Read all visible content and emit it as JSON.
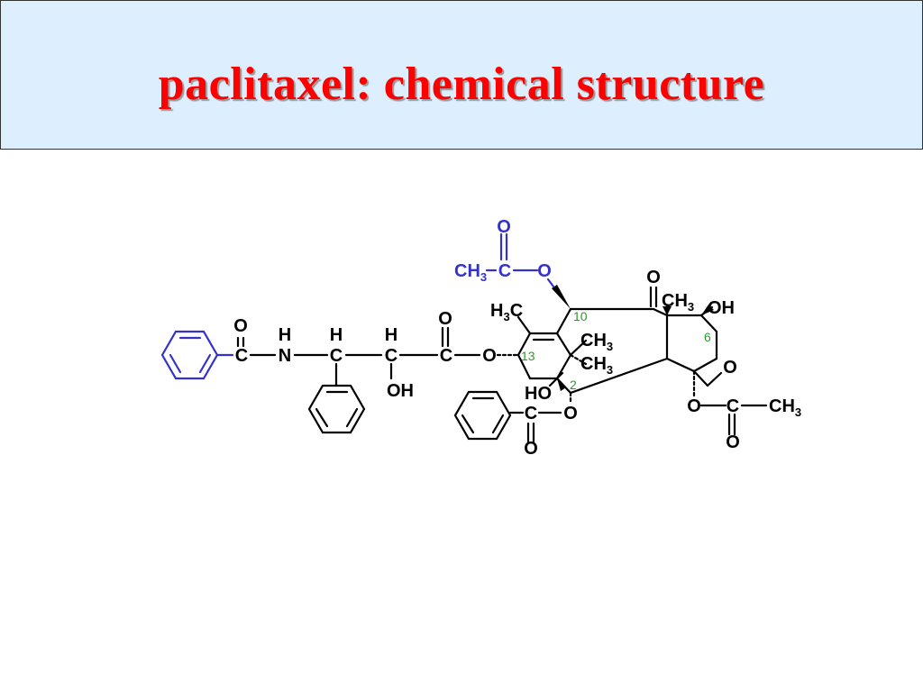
{
  "title": "paclitaxel: chemical structure",
  "colors": {
    "title": "#ff0000",
    "title_bg": "#ddeeff",
    "accent_blue": "#3333cc",
    "position_numbers": "#2a9a2a"
  },
  "structure": {
    "atoms": {
      "o_amide": "O",
      "c_amide": "C",
      "n": "N",
      "h_n": "H",
      "c_3p": "C",
      "h_3p": "H",
      "c_2p": "C",
      "h_2p": "H",
      "oh_2p": "OH",
      "o_ester_dbl": "O",
      "c_ester": "C",
      "o_ester": "O",
      "h3c_prefix": "H",
      "h3c_sub": "3",
      "h3c_c": "C",
      "ch3_a": "CH",
      "ch3_a_sub": "3",
      "ch3_b": "CH",
      "ch3_b_sub": "3",
      "ch3_top": "CH",
      "ch3_top_sub": "3",
      "oh_top": "OH",
      "ho_2": "HO",
      "o_ketone": "O",
      "o_oxetane": "O",
      "o_benzoate_link": "O",
      "c_benzoate": "C",
      "o_benzoate_dbl": "O",
      "o_acetate_link": "O",
      "c_acetate": "C",
      "o_acetate_dbl": "O",
      "ch3_acetate": "CH",
      "ch3_acetate_sub": "3",
      "o_acetyl_dbl": "O",
      "ch3_acetyl": "CH",
      "ch3_acetyl_sub": "3",
      "c_acetyl": "C",
      "o_acetyl_link": "O"
    },
    "position_labels": {
      "p10": "10",
      "p13": "13",
      "p2": "2",
      "p6": "6"
    }
  }
}
